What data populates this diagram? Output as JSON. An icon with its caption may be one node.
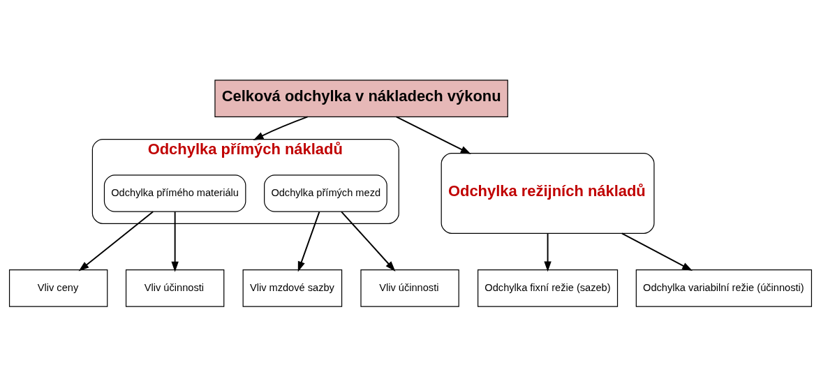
{
  "diagram": {
    "nodes": [
      {
        "text": [
          "Celková odchylka v nákladech výkonu"
        ]
      },
      {
        "text": [
          "Odchylka přímých nákladů"
        ]
      },
      {
        "text": [
          "Odchylka přímého materiálu"
        ],
        "in": 1
      },
      {
        "text": [
          "Odchylka přímých mezd"
        ],
        "in": 1
      },
      {
        "text": [
          "Odchylka režijních nákladů"
        ]
      },
      {
        "text": [
          "Vliv ceny"
        ]
      },
      {
        "text": [
          "Vliv účinnosti"
        ]
      },
      {
        "text": [
          "Vliv mzdové sazby"
        ]
      },
      {
        "text": [
          "Vliv účinnosti"
        ]
      },
      {
        "text": [
          "Odchylka fixní režie (sazeb)"
        ]
      },
      {
        "text": [
          "Odchylka variabilní režie (účinnosti)"
        ]
      }
    ],
    "edges": [
      {
        "from": 0,
        "to": 1,
        "arrow": "to"
      },
      {
        "from": 0,
        "to": 4,
        "arrow": "to"
      },
      {
        "from": 2,
        "to": 5,
        "arrow": "to"
      },
      {
        "from": 2,
        "to": 6,
        "arrow": "to"
      },
      {
        "from": 3,
        "to": 7,
        "arrow": "to"
      },
      {
        "from": 3,
        "to": 8,
        "arrow": "to"
      },
      {
        "from": 4,
        "to": 9,
        "arrow": "to"
      },
      {
        "from": 4,
        "to": 10,
        "arrow": "to"
      }
    ]
  }
}
